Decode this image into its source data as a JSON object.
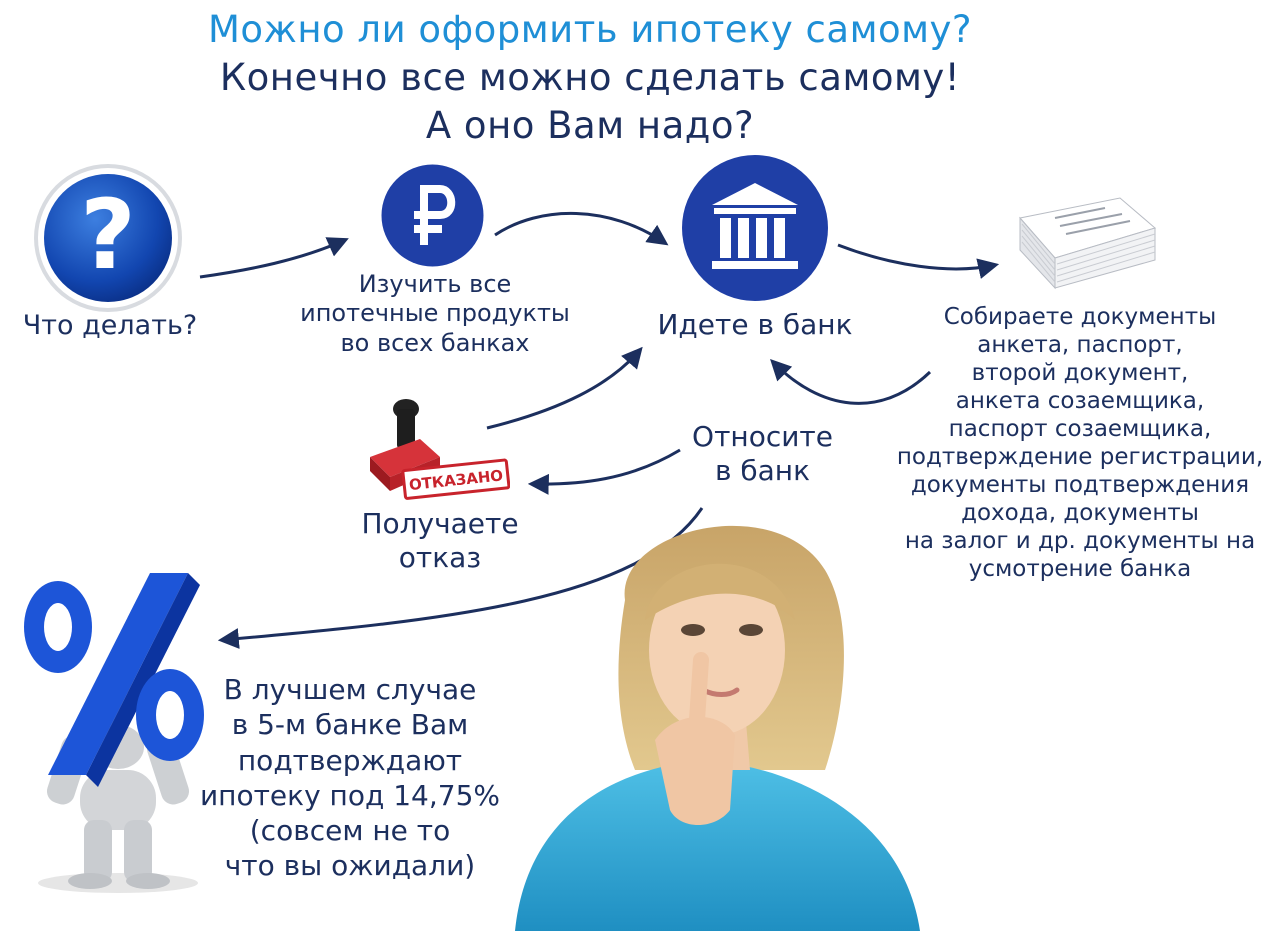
{
  "title": {
    "line1": "Можно ли оформить ипотеку самому?",
    "line2": "Конечно все можно сделать самому!",
    "line3": "А оно Вам надо?"
  },
  "nodes": {
    "question": {
      "label": "Что делать?"
    },
    "study": {
      "lines": [
        "Изучить все",
        "ипотечные продукты",
        "во всех банках"
      ]
    },
    "bank": {
      "label": "Идете в банк"
    },
    "documents": {
      "lines": [
        "Собираете документы",
        "анкета, паспорт,",
        "второй документ,",
        "анкета созаемщика,",
        "паспорт созаемщика,",
        "подтверждение регистрации,",
        "документы подтверждения",
        "дохода, документы",
        "на залог и др. документы на",
        "усмотрение банка"
      ]
    },
    "carry": {
      "lines": [
        "Относите",
        "в банк"
      ]
    },
    "refusal": {
      "lines": [
        "Получаете",
        "отказ"
      ],
      "stamp_text": "ОТКАЗАНО"
    },
    "result": {
      "lines": [
        "В лучшем случае",
        "в 5-м банке Вам",
        "подтверждают",
        "ипотеку под 14,75%",
        "(совсем не то",
        "что вы ожидали)"
      ]
    }
  },
  "icons": {
    "question": "question-icon",
    "ruble": "ruble-icon",
    "bank": "bank-icon",
    "documents": "documents-stack-icon",
    "stamp": "stamp-icon",
    "percent": "percent-figure-icon",
    "woman": "thinking-woman-photo"
  },
  "colors": {
    "title_accent": "#1f8fd6",
    "text_dark": "#1c2f5e",
    "circle_blue": "#1f3fa6",
    "stamp_red": "#c8232c"
  }
}
